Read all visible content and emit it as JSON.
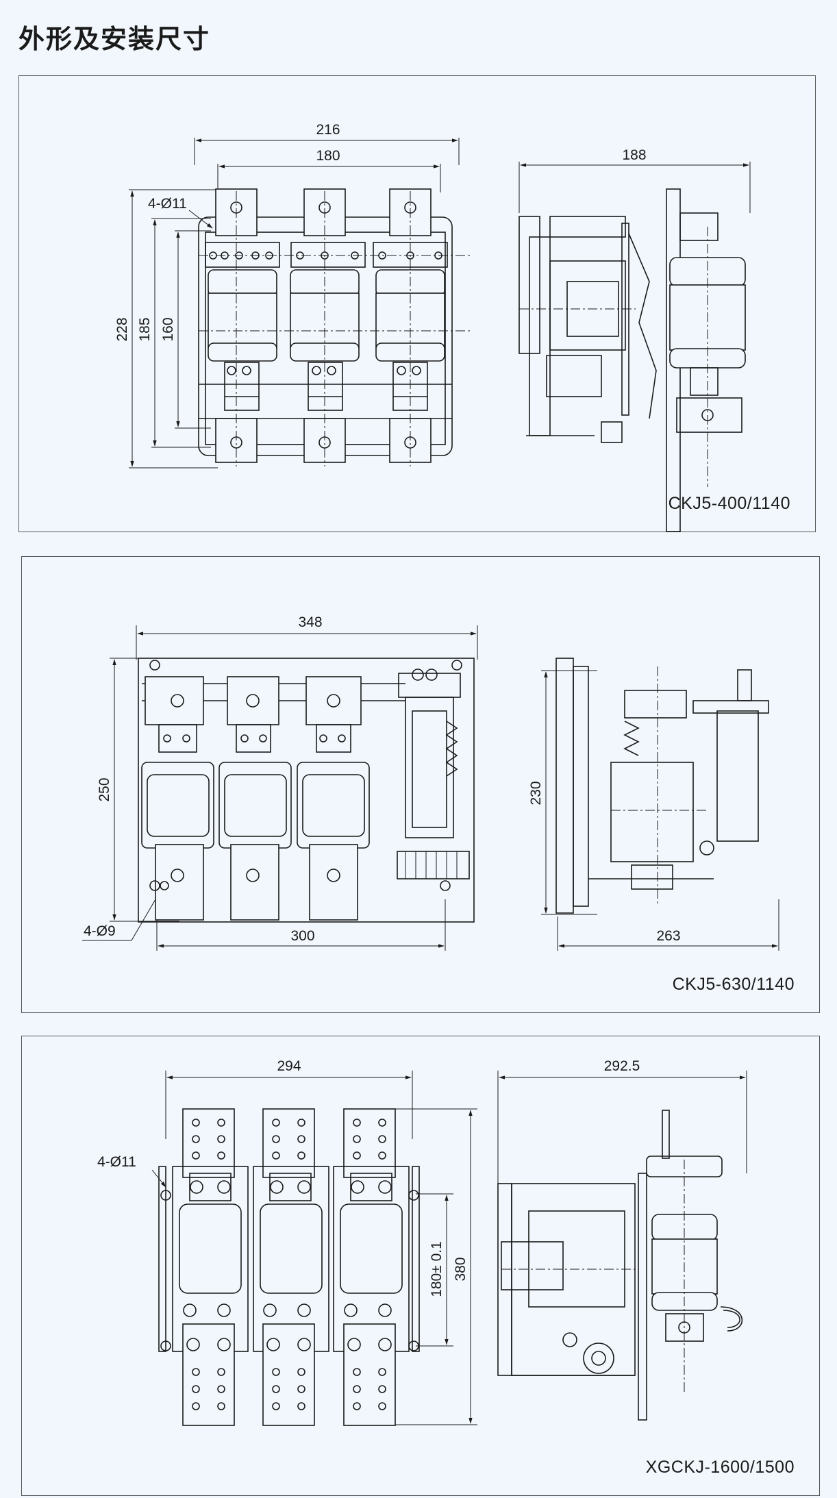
{
  "page_title": "外形及安装尺寸",
  "panels": [
    {
      "model": "CKJ5-400/1140",
      "dims": {
        "overall_width": "216",
        "phase_spacing": "180",
        "depth": "188",
        "height_overall": "228",
        "height_mid": "185",
        "height_mount": "160",
        "holes": "4-Ø11"
      }
    },
    {
      "model": "CKJ5-630/1140",
      "dims": {
        "overall_width": "348",
        "height": "250",
        "side_height": "230",
        "mount_width": "300",
        "depth": "263",
        "holes": "4-Ø9"
      }
    },
    {
      "model": "XGCKJ-1600/1500",
      "dims": {
        "overall_width": "294",
        "depth": "292.5",
        "height": "380",
        "mount_height": "180± 0.1",
        "holes": "4-Ø11"
      }
    }
  ]
}
